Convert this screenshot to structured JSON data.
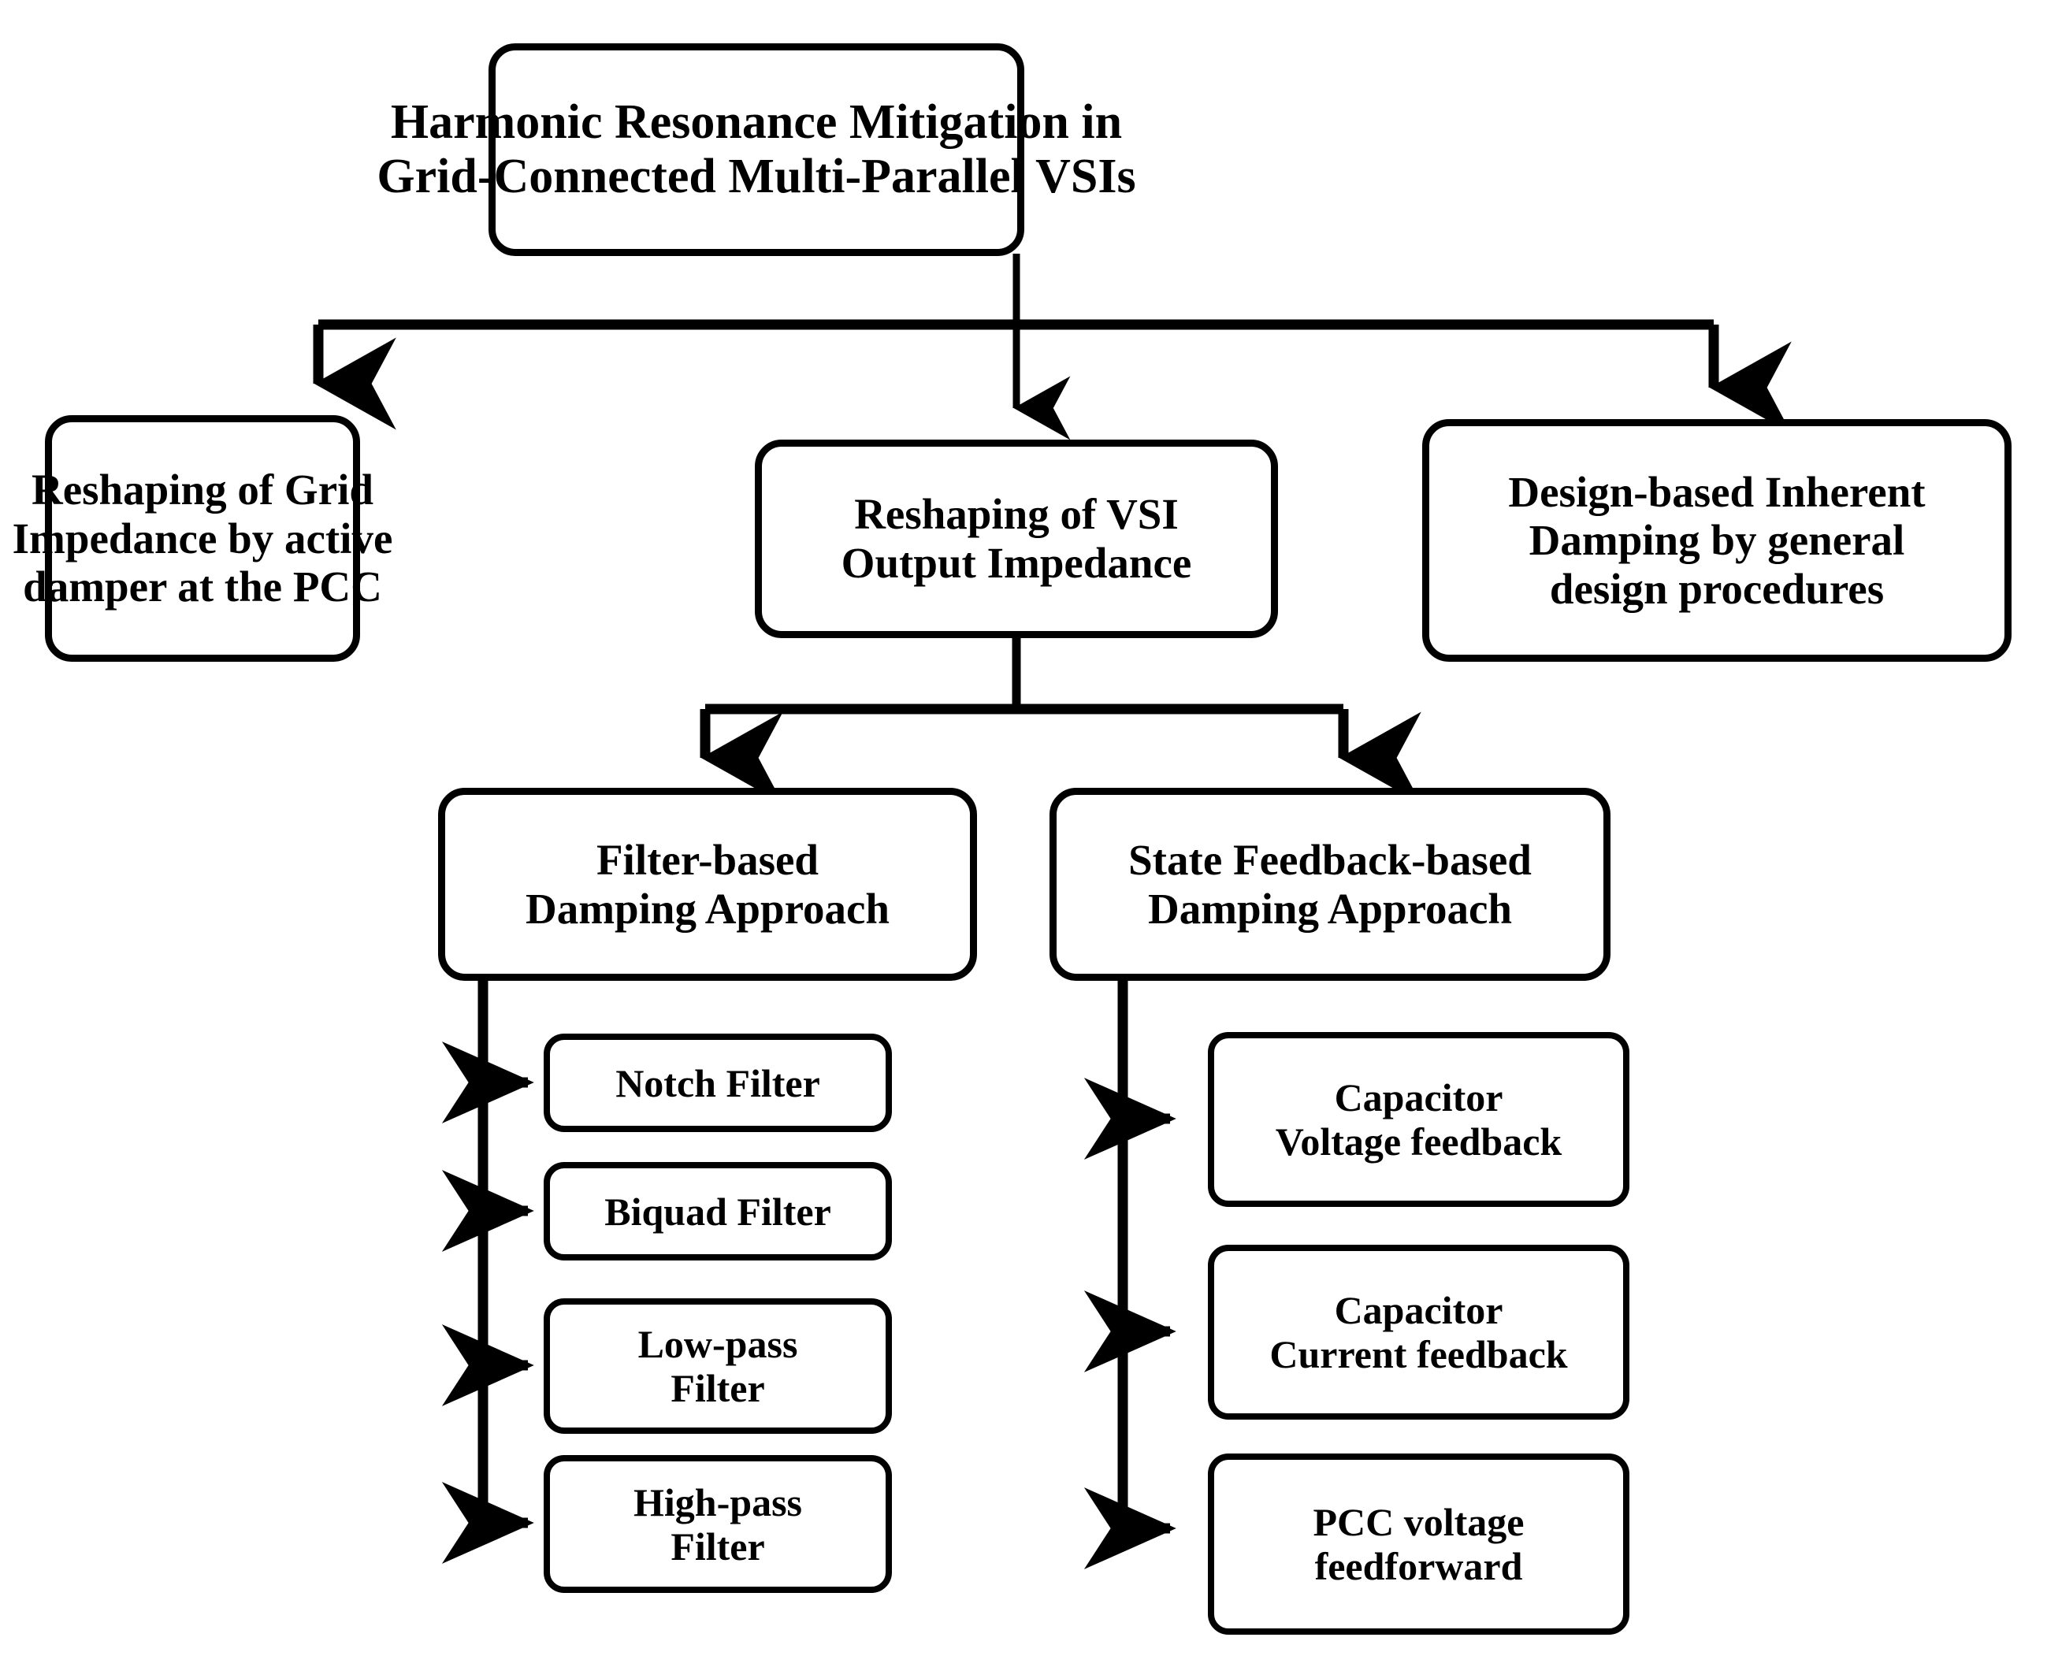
{
  "diagram": {
    "title": "Harmonic Resonance Mitigation in Grid-Connected Multi-Parallel VSIs",
    "type": "tree-flowchart",
    "colors": {
      "stroke": "#000000",
      "fill": "#ffffff",
      "text": "#000000"
    }
  },
  "nodes": {
    "root": {
      "id": "root",
      "line1": "Harmonic Resonance Mitigation in",
      "line2": "Grid-Connected Multi-Parallel VSIs"
    },
    "branch_left": {
      "id": "reshaping-grid-impedance",
      "line1": "Reshaping of Grid",
      "line2": "Impedance by active",
      "line3": "damper at the PCC"
    },
    "branch_middle": {
      "id": "reshaping-vsi-output-impedance",
      "line1": "Reshaping of VSI",
      "line2": "Output Impedance"
    },
    "branch_right": {
      "id": "design-based-inherent-damping",
      "line1": "Design-based Inherent",
      "line2": "Damping by general",
      "line3": "design procedures"
    },
    "sub_left": {
      "id": "filter-based-damping-approach",
      "line1": "Filter-based",
      "line2": "Damping Approach"
    },
    "sub_right": {
      "id": "state-feedback-based-damping-approach",
      "line1": "State Feedback-based",
      "line2": "Damping Approach"
    }
  },
  "leaves_left": [
    {
      "id": "notch-filter",
      "line1": "Notch Filter",
      "line2": ""
    },
    {
      "id": "biquad-filter",
      "line1": "Biquad Filter",
      "line2": ""
    },
    {
      "id": "low-pass-filter",
      "line1": "Low-pass",
      "line2": "Filter"
    },
    {
      "id": "high-pass-filter",
      "line1": "High-pass",
      "line2": "Filter"
    }
  ],
  "leaves_right": [
    {
      "id": "capacitor-voltage-feedback",
      "line1": "Capacitor",
      "line2": "Voltage feedback"
    },
    {
      "id": "capacitor-current-feedback",
      "line1": "Capacitor",
      "line2": "Current feedback"
    },
    {
      "id": "pcc-voltage-feedforward",
      "line1": "PCC voltage",
      "line2": "feedforward"
    }
  ]
}
